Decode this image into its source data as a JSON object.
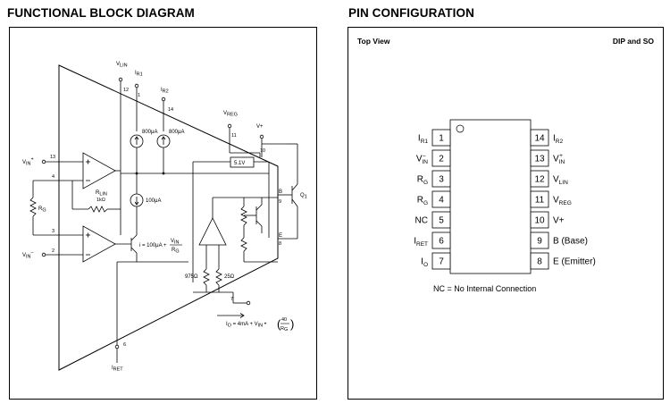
{
  "left_header": "FUNCTIONAL BLOCK DIAGRAM",
  "right_header": "PIN CONFIGURATION",
  "block": {
    "vlin_label": "V",
    "vlin_sub": "LIN",
    "ir1_label": "I",
    "ir1_sub": "R1",
    "ir2_label": "I",
    "ir2_sub": "R2",
    "vreg_label": "V",
    "vreg_sub": "REG",
    "vplus_label": "V+",
    "vin_plus_label": "V",
    "vin_plus_sub": "IN",
    "vin_plus_sup": "+",
    "vin_minus_label": "V",
    "vin_minus_sub": "IN",
    "vin_minus_sup": "–",
    "rg_label": "R",
    "rg_sub": "G",
    "rlin_label": "R",
    "rlin_sub": "LIN",
    "rlin_value": "1kΩ",
    "cur_800a": "800μA",
    "cur_800b": "800μA",
    "cur_100": "100μA",
    "zener": "5.1V",
    "q1_label": "Q",
    "q1_sub": "1",
    "r975": "975Ω",
    "r25": "25Ω",
    "i_eq_left": "i = 100μA +",
    "i_eq_num": "V",
    "i_eq_num_sub": "IN",
    "i_eq_den": "R",
    "i_eq_den_sub": "G",
    "io_eq_left": "I",
    "io_eq_left_sub": "O",
    "io_eq_mid": "= 4mA + V",
    "io_eq_mid_sub": "IN",
    "io_eq_dot": "•",
    "io_eq_num": "40",
    "io_eq_den": "R",
    "io_eq_den_sub": "G",
    "iret_label": "I",
    "iret_sub": "RET",
    "b_label": "B",
    "e_label": "E",
    "pin_numbers": {
      "p12": "12",
      "p1": "1",
      "p14": "14",
      "p11": "11",
      "p10": "10",
      "p13": "13",
      "p4": "4",
      "p3": "3",
      "p2": "2",
      "p9": "9",
      "p8": "8",
      "p7": "7",
      "p6": "6"
    }
  },
  "pins": {
    "top_view": "Top View",
    "package": "DIP and SO",
    "left": [
      {
        "num": "1",
        "label": "I",
        "sub": "R1",
        "sup": ""
      },
      {
        "num": "2",
        "label": "V",
        "sub": "IN",
        "sup": "–"
      },
      {
        "num": "3",
        "label": "R",
        "sub": "G",
        "sup": ""
      },
      {
        "num": "4",
        "label": "R",
        "sub": "G",
        "sup": ""
      },
      {
        "num": "5",
        "label": "NC",
        "sub": "",
        "sup": ""
      },
      {
        "num": "6",
        "label": "I",
        "sub": "RET",
        "sup": ""
      },
      {
        "num": "7",
        "label": "I",
        "sub": "O",
        "sup": ""
      }
    ],
    "right": [
      {
        "num": "14",
        "label": "I",
        "sub": "R2",
        "sup": ""
      },
      {
        "num": "13",
        "label": "V",
        "sub": "IN",
        "sup": "+"
      },
      {
        "num": "12",
        "label": "V",
        "sub": "LIN",
        "sup": ""
      },
      {
        "num": "11",
        "label": "V",
        "sub": "REG",
        "sup": ""
      },
      {
        "num": "10",
        "label": "V+",
        "sub": "",
        "sup": ""
      },
      {
        "num": "9",
        "label": "B (Base)",
        "sub": "",
        "sup": ""
      },
      {
        "num": "8",
        "label": "E (Emitter)",
        "sub": "",
        "sup": ""
      }
    ],
    "footnote": "NC = No Internal Connection"
  }
}
